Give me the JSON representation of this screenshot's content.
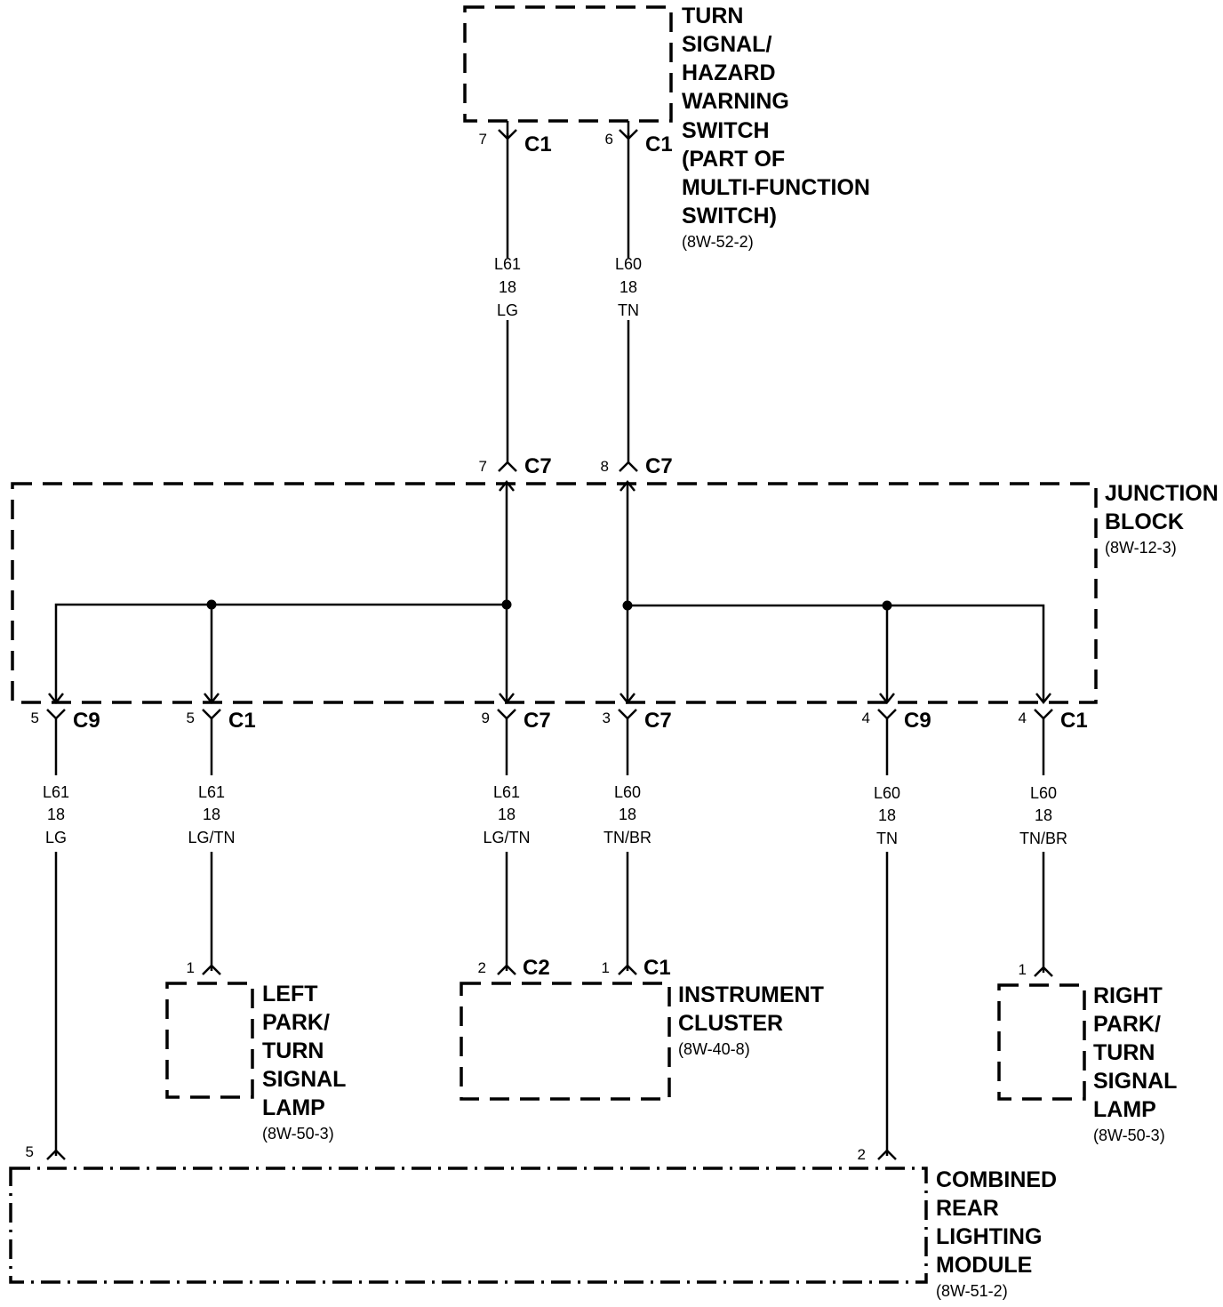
{
  "components": {
    "turn_signal_switch": {
      "lines": [
        "TURN",
        "SIGNAL/",
        "HAZARD",
        "WARNING",
        "SWITCH",
        "(PART OF",
        "MULTI-FUNCTION",
        "SWITCH)"
      ],
      "ref": "(8W-52-2)"
    },
    "junction_block": {
      "lines": [
        "JUNCTION",
        "BLOCK"
      ],
      "ref": "(8W-12-3)"
    },
    "left_lamp": {
      "lines": [
        "LEFT",
        "PARK/",
        "TURN",
        "SIGNAL",
        "LAMP"
      ],
      "ref": "(8W-50-3)"
    },
    "instrument_cluster": {
      "lines": [
        "INSTRUMENT",
        "CLUSTER"
      ],
      "ref": "(8W-40-8)"
    },
    "right_lamp": {
      "lines": [
        "RIGHT",
        "PARK/",
        "TURN",
        "SIGNAL",
        "LAMP"
      ],
      "ref": "(8W-50-3)"
    },
    "rear_module": {
      "lines": [
        "COMBINED",
        "REAR",
        "LIGHTING",
        "MODULE"
      ],
      "ref": "(8W-51-2)"
    }
  },
  "connectors": {
    "sw_c1_7": {
      "pin": "7",
      "name": "C1"
    },
    "sw_c1_6": {
      "pin": "6",
      "name": "C1"
    },
    "jb_c7_7": {
      "pin": "7",
      "name": "C7"
    },
    "jb_c7_8": {
      "pin": "8",
      "name": "C7"
    },
    "jb_c9_5": {
      "pin": "5",
      "name": "C9"
    },
    "jb_c1_5": {
      "pin": "5",
      "name": "C1"
    },
    "jb_c7_9": {
      "pin": "9",
      "name": "C7"
    },
    "jb_c7_3": {
      "pin": "3",
      "name": "C7"
    },
    "jb_c9_4": {
      "pin": "4",
      "name": "C9"
    },
    "jb_c1_4": {
      "pin": "4",
      "name": "C1"
    },
    "left_lamp_1": {
      "pin": "1",
      "name": ""
    },
    "ic_c2_2": {
      "pin": "2",
      "name": "C2"
    },
    "ic_c1_1": {
      "pin": "1",
      "name": "C1"
    },
    "right_lamp_1": {
      "pin": "1",
      "name": ""
    },
    "rlm_5": {
      "pin": "5",
      "name": ""
    },
    "rlm_2": {
      "pin": "2",
      "name": ""
    }
  },
  "wires": {
    "top_l61": {
      "circuit": "L61",
      "gauge": "18",
      "color": "LG"
    },
    "top_l60": {
      "circuit": "L60",
      "gauge": "18",
      "color": "TN"
    },
    "w_c9_5": {
      "circuit": "L61",
      "gauge": "18",
      "color": "LG"
    },
    "w_c1_5": {
      "circuit": "L61",
      "gauge": "18",
      "color": "LG/TN"
    },
    "w_c7_9": {
      "circuit": "L61",
      "gauge": "18",
      "color": "LG/TN"
    },
    "w_c7_3": {
      "circuit": "L60",
      "gauge": "18",
      "color": "TN/BR"
    },
    "w_c9_4": {
      "circuit": "L60",
      "gauge": "18",
      "color": "TN"
    },
    "w_c1_4": {
      "circuit": "L60",
      "gauge": "18",
      "color": "TN/BR"
    }
  }
}
